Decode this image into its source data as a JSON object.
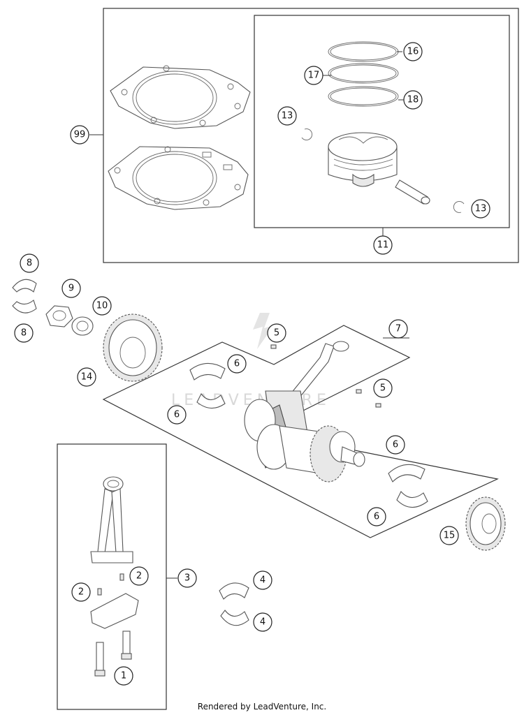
{
  "footer": {
    "text": "Rendered by LeadVenture, Inc."
  },
  "watermark": {
    "text": "LEADVENTURE"
  },
  "callouts": [
    {
      "label": "99"
    },
    {
      "label": "16"
    },
    {
      "label": "17"
    },
    {
      "label": "18"
    },
    {
      "label": "13"
    },
    {
      "label": "13"
    },
    {
      "label": "11"
    },
    {
      "label": "8"
    },
    {
      "label": "8"
    },
    {
      "label": "9"
    },
    {
      "label": "10"
    },
    {
      "label": "14"
    },
    {
      "label": "5"
    },
    {
      "label": "7"
    },
    {
      "label": "6"
    },
    {
      "label": "6"
    },
    {
      "label": "5"
    },
    {
      "label": "6"
    },
    {
      "label": "6"
    },
    {
      "label": "15"
    },
    {
      "label": "3"
    },
    {
      "label": "2"
    },
    {
      "label": "2"
    },
    {
      "label": "4"
    },
    {
      "label": "4"
    },
    {
      "label": "1"
    }
  ]
}
